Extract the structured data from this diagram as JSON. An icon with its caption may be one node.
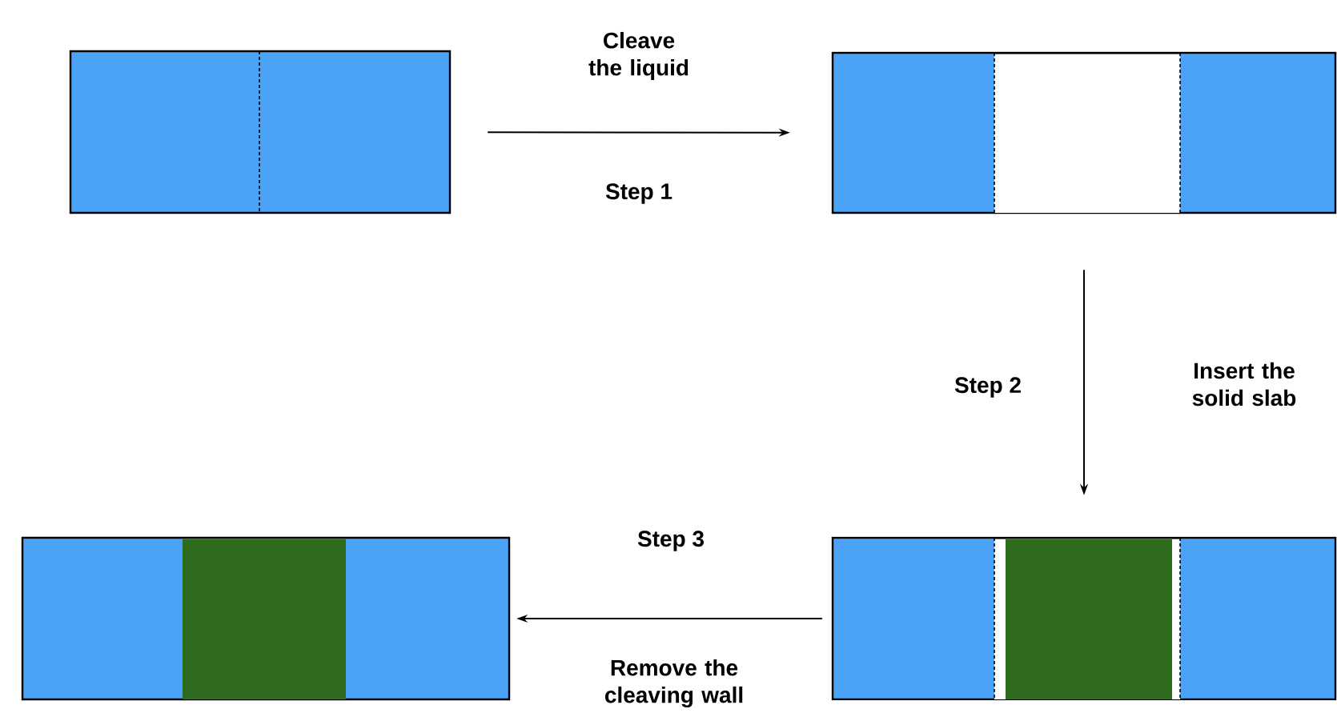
{
  "diagram": {
    "nodes": [
      {
        "text": [],
        "shape": "box"
      },
      {
        "text": [],
        "shape": "box"
      },
      {
        "text": [],
        "shape": "box"
      },
      {
        "text": [],
        "shape": "box"
      }
    ],
    "edges": [
      {
        "from": 0,
        "to": 1,
        "arrow": "to",
        "label": "Step 1"
      },
      {
        "from": 1,
        "to": 2,
        "arrow": "to",
        "label": "Step 2"
      },
      {
        "from": 2,
        "to": 3,
        "arrow": "to",
        "label": "Step 3"
      }
    ],
    "labels": [
      "Cleave the liquid",
      "Insert the solid slab",
      "Remove the cleaving wall"
    ]
  }
}
